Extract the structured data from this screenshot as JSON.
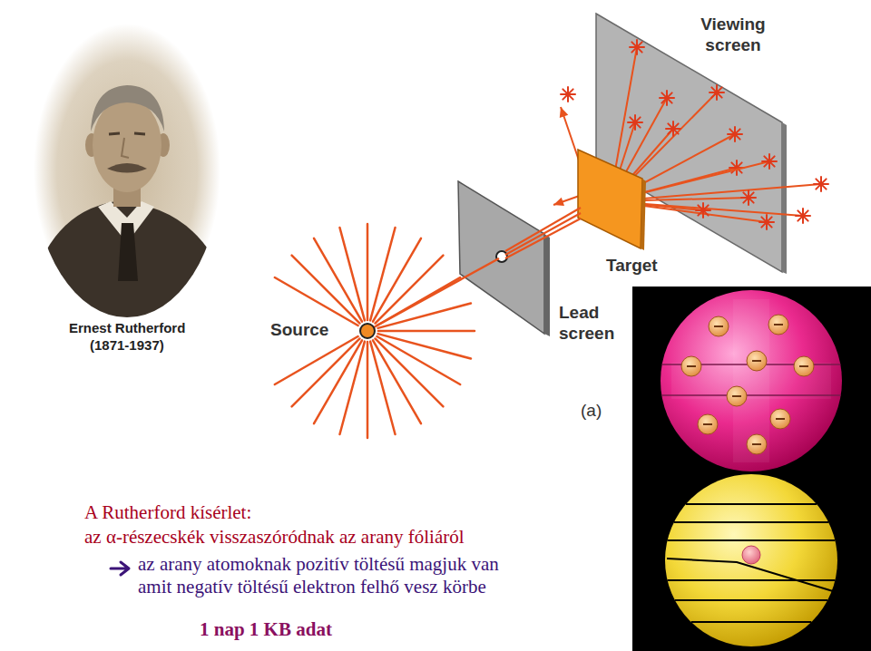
{
  "diagram": {
    "title": "A Rutherford kísérlet:",
    "labels": [
      "Ernest Rutherford",
      "(1871-1937)",
      "Viewing screen",
      "Target",
      "Lead screen",
      "Source",
      "(a)",
      "az α-részecskék visszaszóródnak az arany fóliáról",
      "az arany atomoknak pozitív töltésű magjuk van amit negatív töltésű elektron felhő vesz körbe",
      "1 nap 1 KB adat"
    ]
  }
}
